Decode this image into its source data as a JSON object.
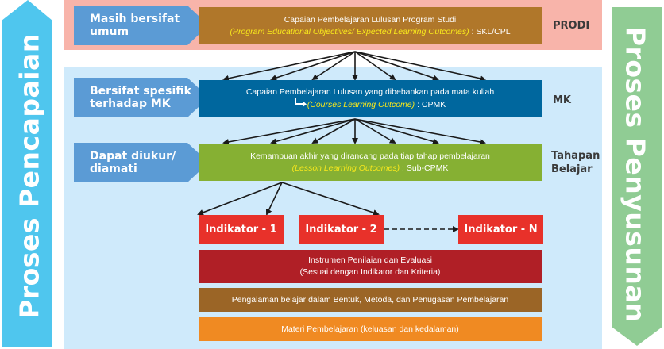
{
  "side_arrows": {
    "left": {
      "label": "Proses Pencapaian",
      "direction": "up",
      "color": "#4fc6ee"
    },
    "right": {
      "label": "Proses Penyusunan",
      "direction": "down",
      "color": "#90cc94"
    }
  },
  "bands": {
    "prodi_color": "#f8b4aa",
    "mk_color": "#cfeafb"
  },
  "tags": [
    {
      "line1": "Masih bersifat",
      "line2": "umum"
    },
    {
      "line1": "Bersifat spesifik",
      "line2": "terhadap MK"
    },
    {
      "line1": "Dapat diukur/",
      "line2": "diamati"
    }
  ],
  "boxes": {
    "cpl": {
      "title": "Capaian Pembelajaran Lulusan Program Studi",
      "italic": "(Program Educational Objectives/ Expected Learning Outcomes)",
      "suffix": " : SKL/CPL"
    },
    "cpmk": {
      "title": "Capaian Pembelajaran Lulusan yang dibebankan pada mata kuliah",
      "italic": "(Courses Learning Outcome)",
      "suffix": " : CPMK"
    },
    "sub_cpmk": {
      "title": "Kemampuan akhir yang dirancang pada tiap tahap pembelajaran",
      "italic": "(Lesson Learning Outcomes)",
      "suffix": " : Sub-CPMK"
    }
  },
  "levels": {
    "prodi": "PRODI",
    "mk": "MK",
    "tahapan_line1": "Tahapan",
    "tahapan_line2": "Belajar"
  },
  "indicators": [
    "Indikator - 1",
    "Indikator - 2",
    "Indikator - N"
  ],
  "bars": {
    "instrumen_line1": "Instrumen Penilaian dan Evaluasi",
    "instrumen_line2": "(Sesuai dengan Indikator dan Kriteria)",
    "pengalaman": "Pengalaman belajar dalam Bentuk, Metoda, dan Penugasan Pembelajaran",
    "materi": "Materi Pembelajaran (keluasan dan kedalaman)"
  }
}
